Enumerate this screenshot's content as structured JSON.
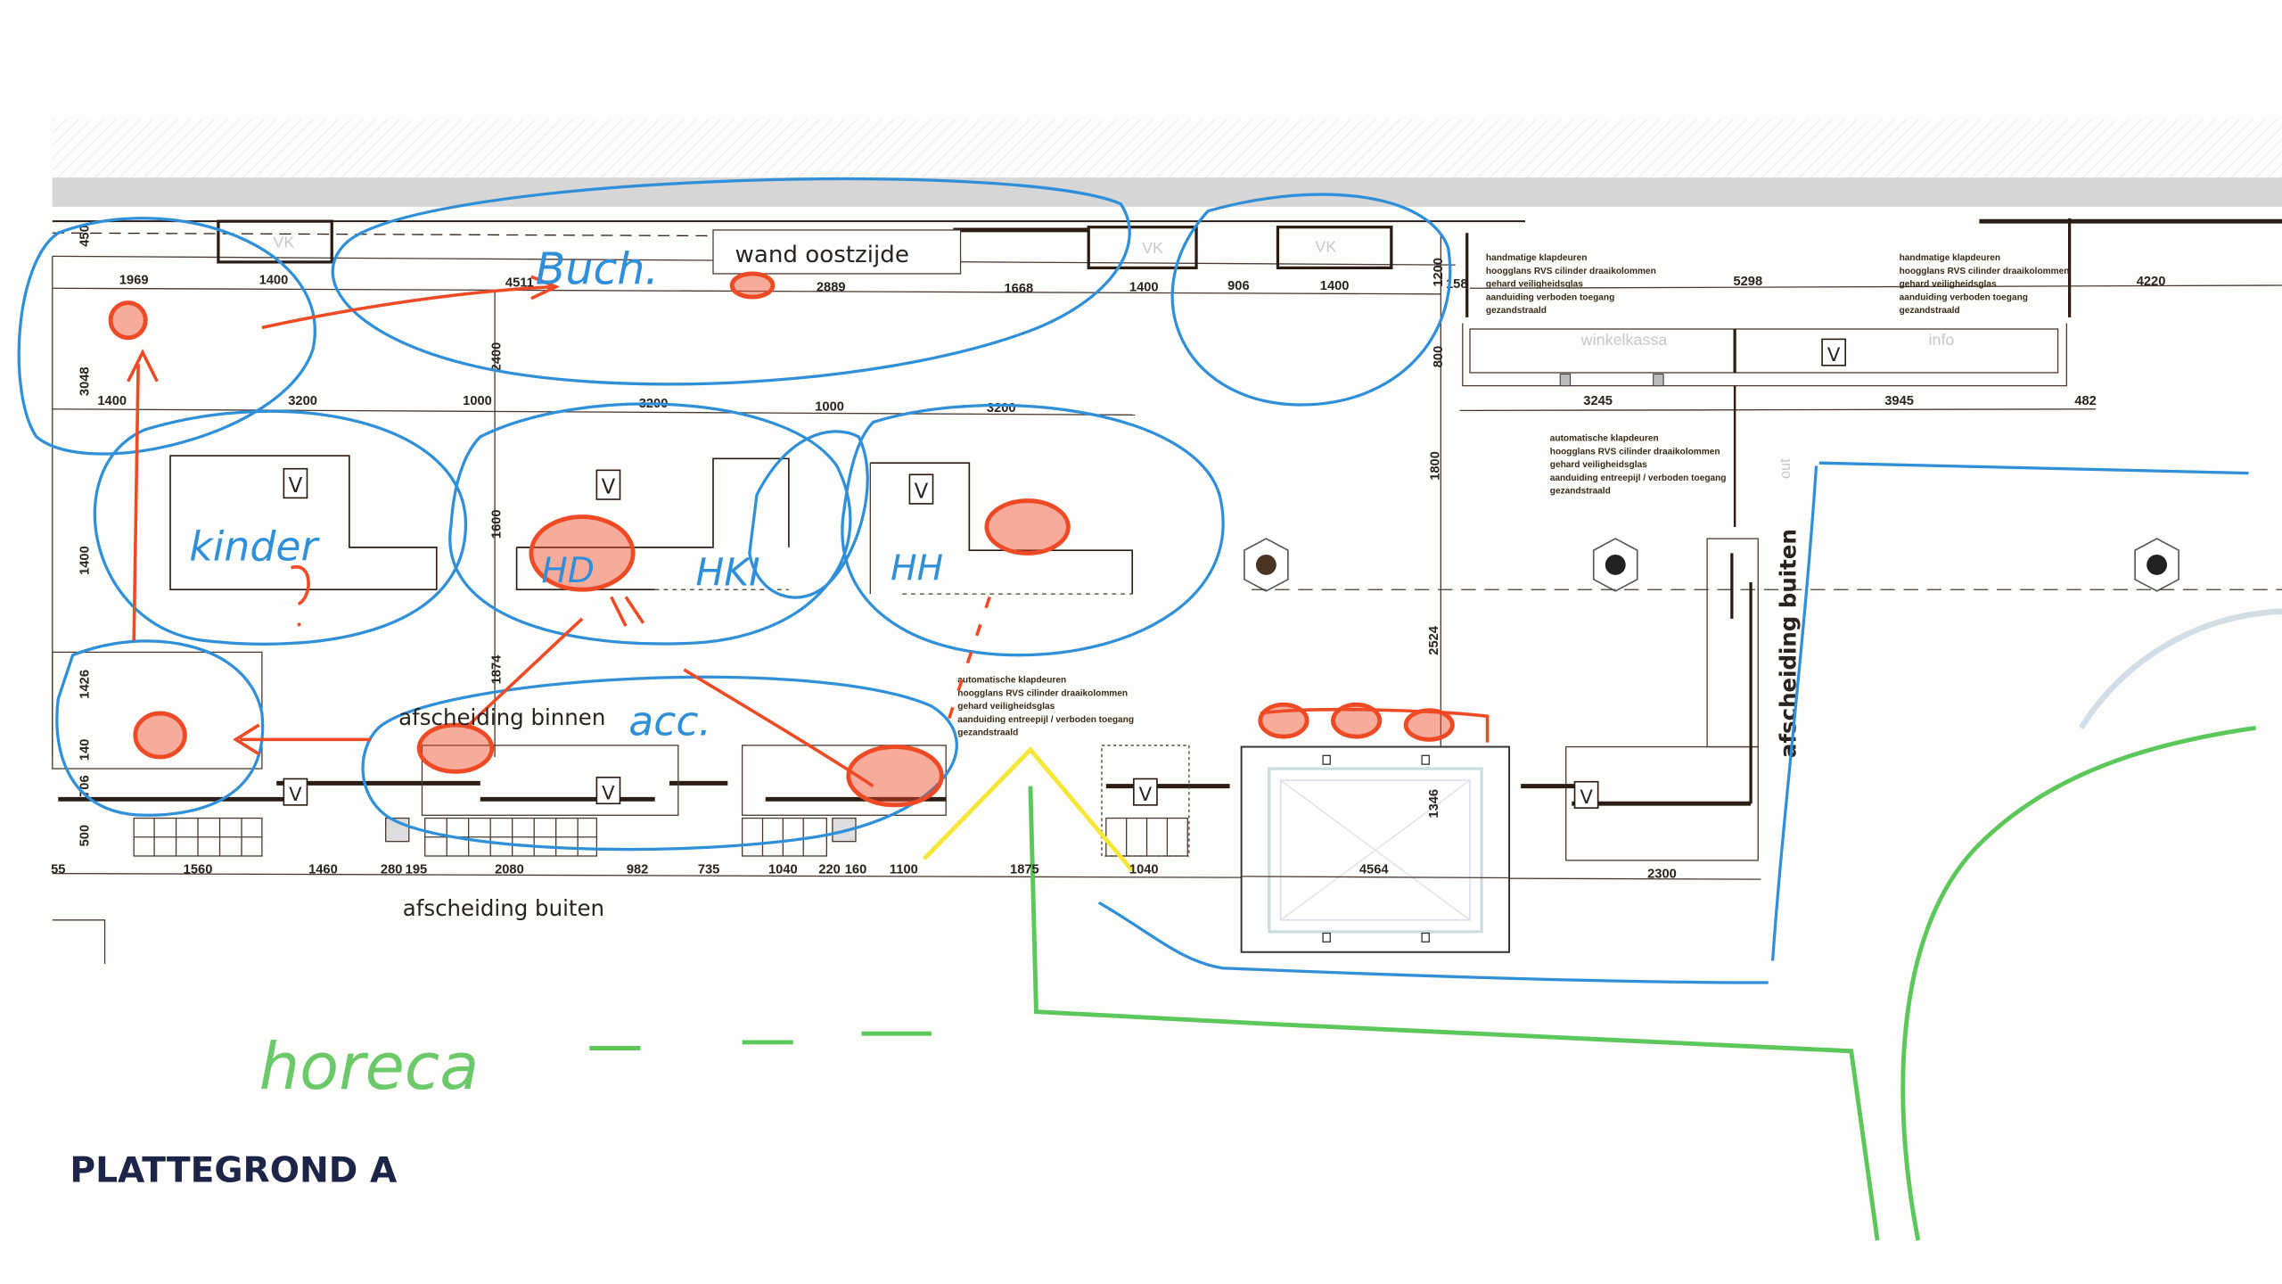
{
  "title": "PLATTEGROND  A",
  "labels": {
    "wand": "wand oostzijde",
    "afscheiding_binnen": "afscheiding binnen",
    "afscheiding_buiten_bottom": "afscheiding buiten",
    "afscheiding_buiten_right": "afscheiding buiten",
    "winkelkassa": "winkelkassa",
    "info": "info",
    "out": "out",
    "vk": "VK",
    "v": "V"
  },
  "notes": {
    "handmatig": [
      "handmatige klapdeuren",
      "hoogglans RVS cilinder draaikolommen",
      "gehard veiligheidsglas",
      "aanduiding verboden toegang",
      "gezandstraald"
    ],
    "automatisch": [
      "automatische klapdeuren",
      "hoogglans RVS cilinder draaikolommen",
      "gehard veiligheidsglas",
      "aanduiding entreepijl / verboden toegang",
      "gezandstraald"
    ]
  },
  "dimensions": {
    "top": [
      "1969",
      "1400",
      "4511",
      "2889",
      "1668",
      "1400",
      "906",
      "1400",
      "158",
      "5298",
      "4220"
    ],
    "second": [
      "1400",
      "3200",
      "1000",
      "3200",
      "1000",
      "3200",
      "3245",
      "3945",
      "482"
    ],
    "vertical": [
      "450",
      "3048",
      "2400",
      "1200",
      "800",
      "1800",
      "1400",
      "1600",
      "1426",
      "1874",
      "140",
      "706",
      "500",
      "2524",
      "1346"
    ],
    "bottom": [
      "55",
      "1560",
      "1460",
      "280",
      "195",
      "2080",
      "982",
      "735",
      "1040",
      "220",
      "160",
      "1100",
      "1875",
      "1040",
      "4564",
      "2300"
    ]
  },
  "handwritten": {
    "buch": "Buch.",
    "kinder": "kinder",
    "hd": "HD",
    "hki": "HKI",
    "hh": "HH",
    "acc": "acc.",
    "horeca": "horeca",
    "dashes": "— — —"
  },
  "colors": {
    "annotation_blue": "#2f8fd8",
    "annotation_red": "#ef4a26",
    "annotation_green": "#5cc85c",
    "annotation_yellow": "#f5e63a",
    "title": "#1c2448"
  }
}
